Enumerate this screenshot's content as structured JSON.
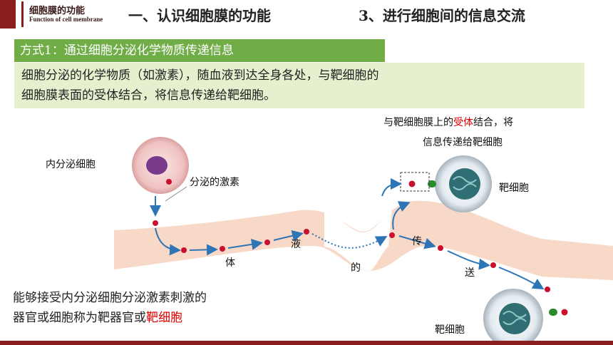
{
  "header": {
    "brand_title": "细胞膜的功能",
    "brand_subtitle": "Function of cell membrane",
    "title": "一、认识细胞膜的功能",
    "subtitle": "3、进行细胞间的信息交流"
  },
  "method": {
    "label": "方式1：通过细胞分泌化学物质传递信息"
  },
  "explanation": {
    "line1": "细胞分泌的化学物质（如激素），随血液到达全身各处，与靶细胞的",
    "line2": "细胞膜表面的受体结合，将信息传递给靶细胞。"
  },
  "diagram": {
    "endocrine_cell_label": "内分泌细胞",
    "hormone_label": "分泌的激素",
    "receptor_note_prefix": "与靶细胞膜上的",
    "receptor_note_highlight": "受体",
    "receptor_note_suffix": "结合，将",
    "receptor_note_line2": "信息传递给靶细胞",
    "target_cell_label_1": "靶细胞",
    "target_cell_label_2": "靶细胞",
    "flow_chars": [
      "体",
      "液",
      "的",
      "传",
      "送"
    ]
  },
  "conclusion": {
    "line1": "能够接受内分泌细胞分泌激素刺激的",
    "line2_prefix": "器官或细胞称为靶器官或",
    "line2_highlight": "靶细胞"
  },
  "colors": {
    "accent": "#8b1f1f",
    "method_bar": "#70ad47",
    "explain_bg": "#e6f0cf",
    "vessel": "#f8d9c8",
    "hormone": "#c8102e",
    "arrow": "#2e75b6",
    "highlight": "#e00000"
  }
}
